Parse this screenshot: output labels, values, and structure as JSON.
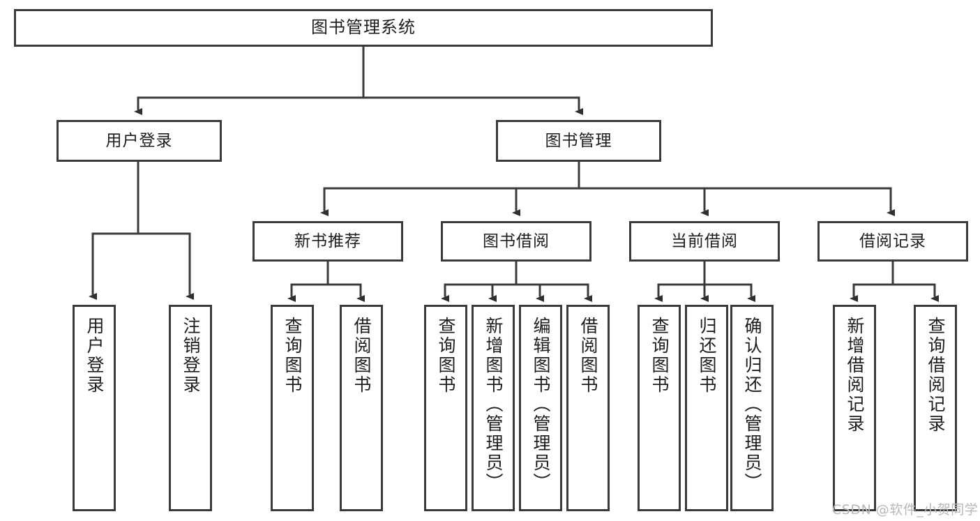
{
  "diagram": {
    "title": "图书管理系统",
    "watermark": "CSDN @软件_小贺同学",
    "line_color": "#3a3a3a",
    "box_fill": "#ffffff",
    "text_color": "#1d1d1d",
    "watermark_color": "#b8b8b8",
    "nodes": {
      "root": "图书管理系统",
      "user_login": "用户登录",
      "book_manage": "图书管理",
      "new_book_rec": "新书推荐",
      "book_borrow": "图书借阅",
      "current_borrow": "当前借阅",
      "borrow_record": "借阅记录",
      "leaf_user_login": "用户登录",
      "leaf_logout": "注销登录",
      "leaf_query_book_1": "查询图书",
      "leaf_borrow_book_1": "借阅图书",
      "leaf_query_book_2": "查询图书",
      "leaf_add_book_admin": "新增图书（管理员）",
      "leaf_edit_book_admin": "编辑图书（管理员）",
      "leaf_borrow_book_2": "借阅图书",
      "leaf_query_book_3": "查询图书",
      "leaf_return_book": "归还图书",
      "leaf_confirm_return_admin": "确认归还（管理员）",
      "leaf_add_record": "新增借阅记录",
      "leaf_query_record": "查询借阅记录"
    },
    "hierarchy": {
      "level_1": [
        "图书管理系统"
      ],
      "level_2": [
        "用户登录",
        "图书管理"
      ],
      "level_3": [
        "新书推荐",
        "图书借阅",
        "当前借阅",
        "借阅记录"
      ],
      "edges": [
        {
          "from": "图书管理系统",
          "to": "用户登录"
        },
        {
          "from": "图书管理系统",
          "to": "图书管理"
        },
        {
          "from": "图书管理",
          "to": "新书推荐"
        },
        {
          "from": "图书管理",
          "to": "图书借阅"
        },
        {
          "from": "图书管理",
          "to": "当前借阅"
        },
        {
          "from": "图书管理",
          "to": "借阅记录"
        },
        {
          "from": "用户登录",
          "to": "用户登录"
        },
        {
          "from": "用户登录",
          "to": "注销登录"
        },
        {
          "from": "新书推荐",
          "to": "查询图书"
        },
        {
          "from": "新书推荐",
          "to": "借阅图书"
        },
        {
          "from": "图书借阅",
          "to": "查询图书"
        },
        {
          "from": "图书借阅",
          "to": "新增图书（管理员）"
        },
        {
          "from": "图书借阅",
          "to": "编辑图书（管理员）"
        },
        {
          "from": "图书借阅",
          "to": "借阅图书"
        },
        {
          "from": "当前借阅",
          "to": "查询图书"
        },
        {
          "from": "当前借阅",
          "to": "归还图书"
        },
        {
          "from": "当前借阅",
          "to": "确认归还（管理员）"
        },
        {
          "from": "借阅记录",
          "to": "新增借阅记录"
        },
        {
          "from": "借阅记录",
          "to": "查询借阅记录"
        }
      ]
    }
  }
}
